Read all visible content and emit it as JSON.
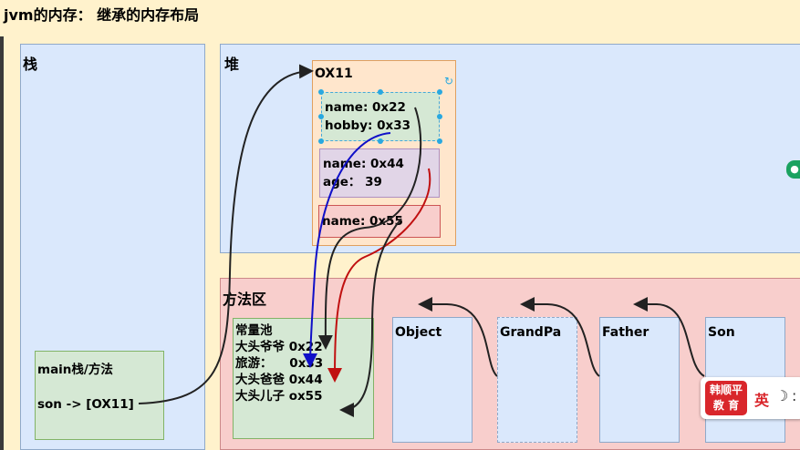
{
  "title": "jvm的内存： 继承的内存布局",
  "stack": {
    "label": "栈",
    "frame": {
      "title": "main栈/方法",
      "var": "son -> [OX11]"
    }
  },
  "heap": {
    "label": "堆",
    "object": {
      "address": "OX11",
      "fields": [
        {
          "line1": "name: 0x22",
          "line2": "hobby: 0x33"
        },
        {
          "line1": "name: 0x44",
          "line2": "age：  39"
        },
        {
          "line1": "name: 0x55"
        }
      ]
    }
  },
  "method_area": {
    "label": "方法区",
    "constant_pool": {
      "title": "常量池",
      "entries": [
        "大头爷爷 0x22",
        "旅游：    0x33",
        "大头爸爸 0x44",
        "大头儿子 ox55"
      ]
    },
    "classes": [
      "Object",
      "GrandPa",
      "Father",
      "Son"
    ]
  },
  "badge": {
    "logo_line1": "韩顺平",
    "logo_line2": "教 育",
    "lang": "英",
    "moon": "☽",
    "dots": ":"
  },
  "colors": {
    "arrow_black": "#222222",
    "arrow_blue": "#1010c8",
    "arrow_red": "#c01010"
  }
}
